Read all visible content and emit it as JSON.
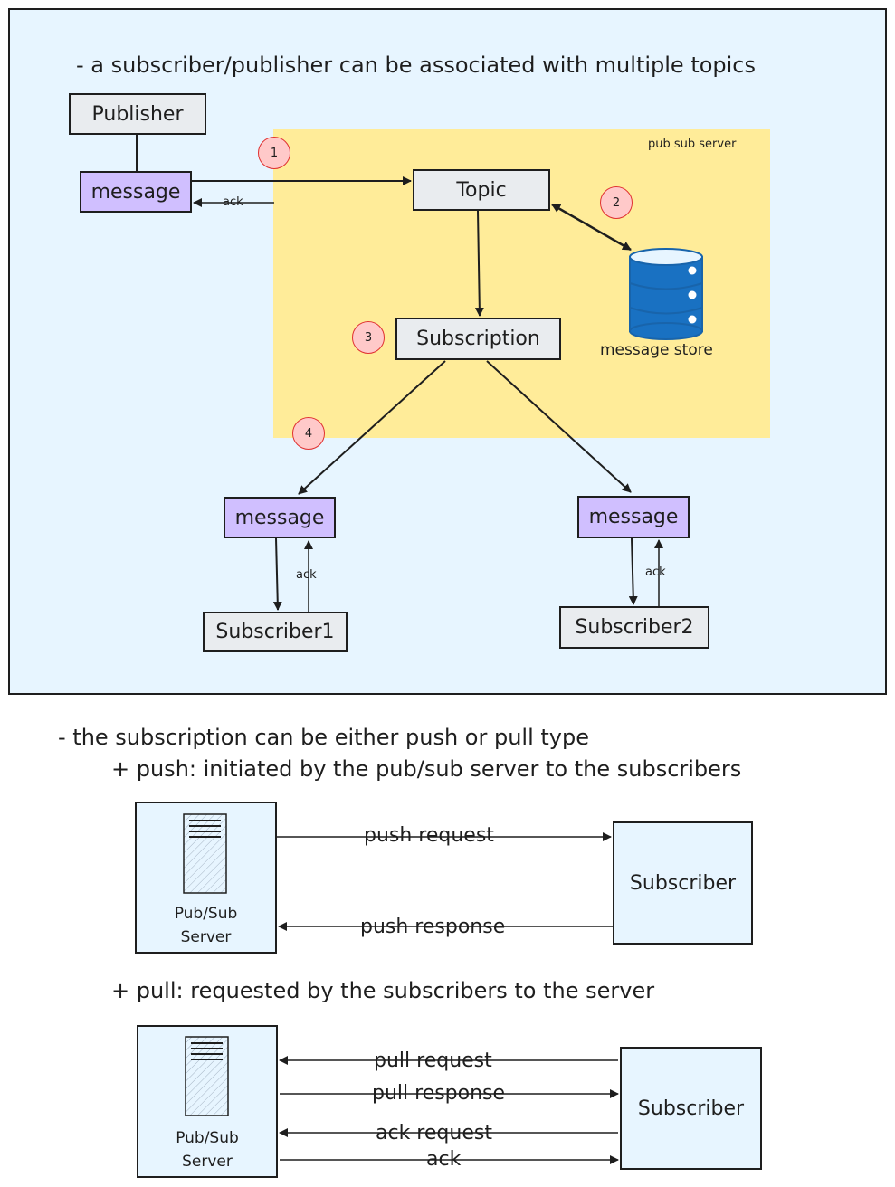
{
  "notes": {
    "associations": "- a subscriber/publisher can be associated with multiple topics",
    "subscription_type": "- the subscription can be either push or pull type",
    "push": "+ push: initiated by the pub/sub server to the subscribers",
    "pull": "+ pull: requested by the subscribers to the server"
  },
  "top_diagram": {
    "server_zone_label": "pub sub server",
    "publisher": "Publisher",
    "publisher_message": "message",
    "ack": "ack",
    "topic": "Topic",
    "subscription": "Subscription",
    "message_store": "message store",
    "steps": [
      "1",
      "2",
      "3",
      "4"
    ],
    "subscriber1": {
      "message": "message",
      "ack": "ack",
      "name": "Subscriber1"
    },
    "subscriber2": {
      "message": "message",
      "ack": "ack",
      "name": "Subscriber2"
    }
  },
  "push_diagram": {
    "server_line1": "Pub/Sub",
    "server_line2": "Server",
    "subscriber": "Subscriber",
    "request": "push request",
    "response": "push response"
  },
  "pull_diagram": {
    "server_line1": "Pub/Sub",
    "server_line2": "Server",
    "subscriber": "Subscriber",
    "pull_request": "pull request",
    "pull_response": "pull response",
    "ack_request": "ack request",
    "ack": "ack"
  },
  "colors": {
    "outer_bg": "#e7f5ff",
    "server_zone": "#ffec99",
    "message_box": "#d0bfff",
    "component_box": "#e9ecef",
    "step_badge": "#ffc9c9",
    "database": "#1971c2"
  },
  "icons": [
    "database-icon",
    "server-icon"
  ]
}
